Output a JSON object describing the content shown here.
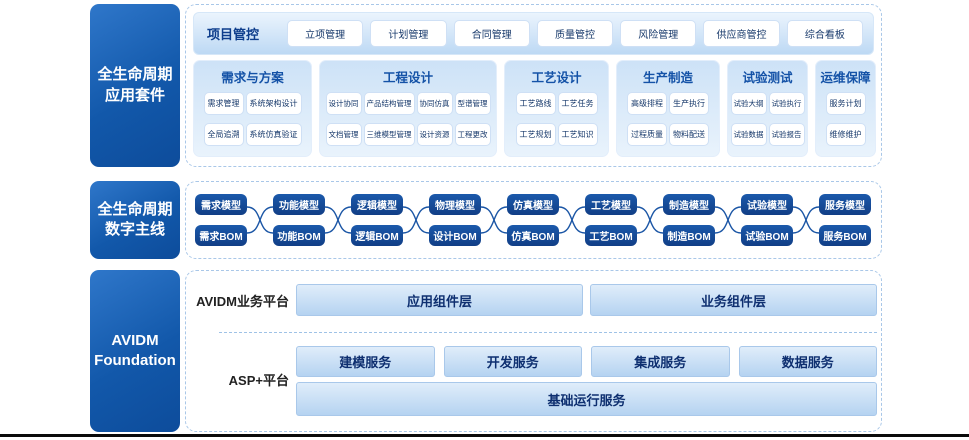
{
  "sections": {
    "suite": {
      "label_lines": [
        "全生命周期",
        "应用套件"
      ],
      "project_bar": {
        "title": "项目管控",
        "buttons": [
          "立项管理",
          "计划管理",
          "合同管理",
          "质量管控",
          "风险管理",
          "供应商管控",
          "综合看板"
        ]
      },
      "columns": [
        {
          "title": "需求与方案",
          "rows": [
            [
              "需求管理",
              "系统架构设计"
            ],
            [
              "全局追溯",
              "系统仿真验证"
            ]
          ]
        },
        {
          "title": "工程设计",
          "rows": [
            [
              "设计协同",
              "产品结构管理",
              "协同仿真",
              "型谱管理"
            ],
            [
              "文档管理",
              "三维模型管理",
              "设计资源",
              "工程更改"
            ]
          ]
        },
        {
          "title": "工艺设计",
          "rows": [
            [
              "工艺路线",
              "工艺任务"
            ],
            [
              "工艺规划",
              "工艺知识"
            ]
          ]
        },
        {
          "title": "生产制造",
          "rows": [
            [
              "高级排程",
              "生产执行"
            ],
            [
              "过程质量",
              "物料配送"
            ]
          ]
        },
        {
          "title": "试验测试",
          "rows": [
            [
              "试验大纲",
              "试验执行"
            ],
            [
              "试验数据",
              "试验报告"
            ]
          ]
        },
        {
          "title": "运维保障",
          "rows": [
            [
              "服务计划"
            ],
            [
              "维修维护"
            ]
          ]
        }
      ]
    },
    "thread": {
      "label_lines": [
        "全生命周期",
        "数字主线"
      ],
      "pairs": [
        {
          "model": "需求模型",
          "bom": "需求BOM"
        },
        {
          "model": "功能模型",
          "bom": "功能BOM"
        },
        {
          "model": "逻辑模型",
          "bom": "逻辑BOM"
        },
        {
          "model": "物理模型",
          "bom": "设计BOM"
        },
        {
          "model": "仿真模型",
          "bom": "仿真BOM"
        },
        {
          "model": "工艺模型",
          "bom": "工艺BOM"
        },
        {
          "model": "制造模型",
          "bom": "制造BOM"
        },
        {
          "model": "试验模型",
          "bom": "试验BOM"
        },
        {
          "model": "服务模型",
          "bom": "服务BOM"
        }
      ]
    },
    "foundation": {
      "label_lines": [
        "AVIDM",
        "Foundation"
      ],
      "business_platform": {
        "label": "AVIDM业务平台",
        "boxes": [
          "应用组件层",
          "业务组件层"
        ]
      },
      "asp_platform": {
        "label": "ASP+平台",
        "services": [
          "建模服务",
          "开发服务",
          "集成服务",
          "数据服务"
        ],
        "base": "基础运行服务"
      }
    }
  },
  "colors": {
    "side_label_blue_top": "#2f77ca",
    "side_label_blue_bottom": "#0d4c9b",
    "pill_navy_top": "#1b59ab",
    "pill_navy_bottom": "#113e86",
    "panel_dashed_border": "#a9c7e8",
    "column_gradient_top": "#cde2f7",
    "column_gradient_bottom": "#e9f3fc",
    "box_gradient_top": "#e0edfa",
    "box_gradient_bottom": "#b5d3f1",
    "header_text_blue": "#1452a7",
    "button_text_navy": "#17396b",
    "connector_stroke": "#1a55a5"
  }
}
